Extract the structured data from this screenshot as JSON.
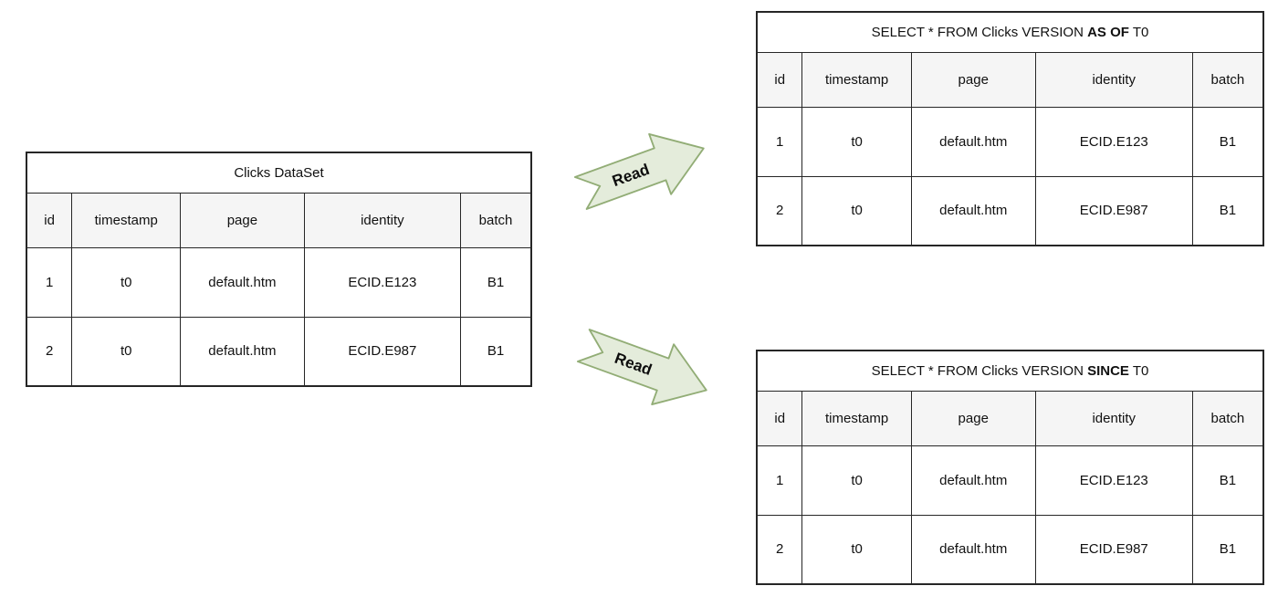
{
  "colors": {
    "table_border": "#262626",
    "header_bg": "#f5f5f5",
    "arrow_fill": "#e4ecdb",
    "arrow_stroke": "#92ad76",
    "text": "#111111",
    "canvas_bg": "#ffffff"
  },
  "arrows": {
    "top": {
      "label": "Read"
    },
    "bottom": {
      "label": "Read"
    }
  },
  "tables": {
    "source": {
      "title": "Clicks DataSet",
      "columns": [
        "id",
        "timestamp",
        "page",
        "identity",
        "batch"
      ],
      "rows": [
        [
          "1",
          "t0",
          "default.htm",
          "ECID.E123",
          "B1"
        ],
        [
          "2",
          "t0",
          "default.htm",
          "ECID.E987",
          "B1"
        ]
      ]
    },
    "as_of": {
      "title_prefix": "SELECT * FROM Clicks VERSION ",
      "title_keyword": "AS OF",
      "title_suffix": " T0",
      "columns": [
        "id",
        "timestamp",
        "page",
        "identity",
        "batch"
      ],
      "rows": [
        [
          "1",
          "t0",
          "default.htm",
          "ECID.E123",
          "B1"
        ],
        [
          "2",
          "t0",
          "default.htm",
          "ECID.E987",
          "B1"
        ]
      ]
    },
    "since": {
      "title_prefix": "SELECT * FROM Clicks VERSION ",
      "title_keyword": "SINCE",
      "title_suffix": " T0",
      "columns": [
        "id",
        "timestamp",
        "page",
        "identity",
        "batch"
      ],
      "rows": [
        [
          "1",
          "t0",
          "default.htm",
          "ECID.E123",
          "B1"
        ],
        [
          "2",
          "t0",
          "default.htm",
          "ECID.E987",
          "B1"
        ]
      ]
    }
  }
}
